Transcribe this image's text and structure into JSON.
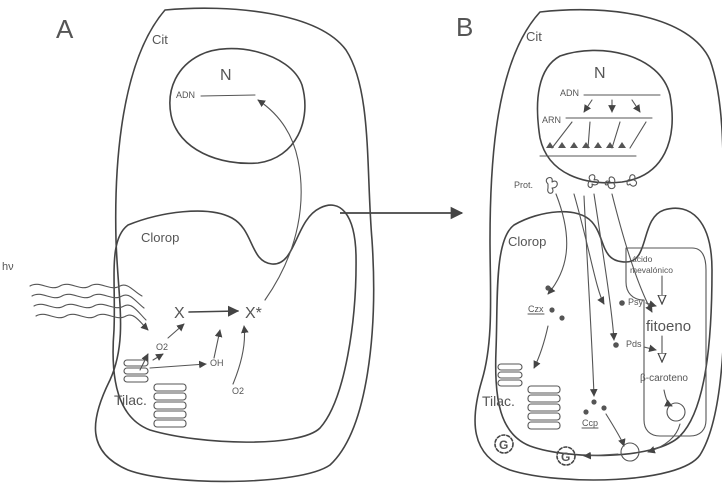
{
  "panel_a": {
    "letter": "A",
    "cit": "Cit",
    "nucleus": "N",
    "adn": "ADN",
    "clorop": "Clorop",
    "x": "X",
    "x_star": "X*",
    "o2_minus": "O2",
    "oh": "OH",
    "o2": "O2",
    "tilac": "Tilac."
  },
  "hv": "hν",
  "panel_b": {
    "letter": "B",
    "cit": "Cit",
    "nucleus": "N",
    "adn": "ADN",
    "arn": "ARN",
    "prot": "Prot.",
    "clorop": "Clorop",
    "acido": "ácido",
    "mevalonico": "mevalónico",
    "psy": "Psy",
    "pds": "Pds",
    "fitoeno": "fitoeno",
    "beta_caroteno": "β-caroteno",
    "czx": "Czx",
    "ccp": "Ccp",
    "tilac": "Tilac.",
    "g": "G"
  },
  "colors": {
    "line": "#444444",
    "text": "#555555",
    "background": "#ffffff"
  }
}
